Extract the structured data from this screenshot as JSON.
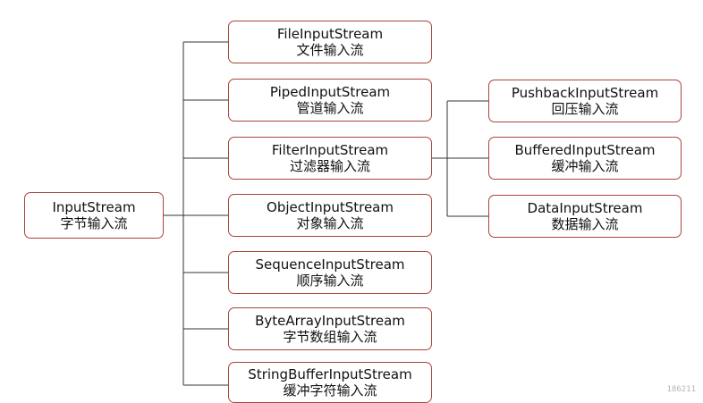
{
  "root": {
    "en": "InputStream",
    "zh": "字节输入流"
  },
  "children": [
    {
      "en": "FileInputStream",
      "zh": "文件输入流"
    },
    {
      "en": "PipedInputStream",
      "zh": "管道输入流"
    },
    {
      "en": "FilterInputStream",
      "zh": "过滤器输入流"
    },
    {
      "en": "ObjectInputStream",
      "zh": "对象输入流"
    },
    {
      "en": "SequenceInputStream",
      "zh": "顺序输入流"
    },
    {
      "en": "ByteArrayInputStream",
      "zh": "字节数组输入流"
    },
    {
      "en": "StringBufferInputStream",
      "zh": "缓冲字符输入流"
    }
  ],
  "filter_children": [
    {
      "en": "PushbackInputStream",
      "zh": "回压输入流"
    },
    {
      "en": "BufferedInputStream",
      "zh": "缓冲输入流"
    },
    {
      "en": "DataInputStream",
      "zh": "数据输入流"
    }
  ],
  "watermark": "186211",
  "colors": {
    "border": "#a8453c",
    "line": "#333333",
    "text": "#111111"
  }
}
